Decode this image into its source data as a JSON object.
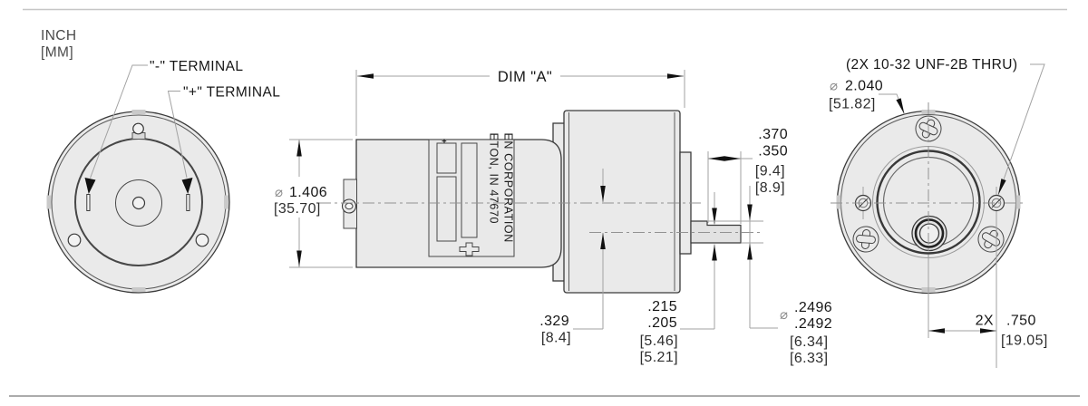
{
  "units": {
    "inch": "INCH",
    "mm": "[MM]"
  },
  "symbols": {
    "diameter": "⌀"
  },
  "left_view": {
    "neg_terminal": "\"-\" TERMINAL",
    "pos_terminal": "\"+\" TERMINAL"
  },
  "side_view": {
    "dim_a": "DIM \"A\"",
    "body_dia": {
      "inch": "1.406",
      "mm": "[35.70]"
    },
    "label": {
      "line1": "EN CORPORATION",
      "line2": "ETON, IN 47670",
      "plus_mark": "+"
    },
    "shaft_flat_length": {
      "inch_max": ".370",
      "inch_min": ".350",
      "mm_max": "[9.4]",
      "mm_min": "[8.9]"
    },
    "shaft_offset": {
      "inch": ".329",
      "mm": "[8.4]"
    },
    "shaft_flat_height": {
      "inch_max": ".215",
      "inch_min": ".205",
      "mm_max": "[5.46]",
      "mm_min": "[5.21]"
    },
    "shaft_dia": {
      "inch_max": ".2496",
      "inch_min": ".2492",
      "mm_max": "[6.34]",
      "mm_min": "[6.33]"
    }
  },
  "right_view": {
    "thread_note": "(2X 10-32 UNF-2B THRU)",
    "flange_dia": {
      "inch": "2.040",
      "mm": "[51.82]"
    },
    "hole_offset": {
      "qty": "2X",
      "inch": ".750",
      "mm": "[19.05]"
    }
  }
}
